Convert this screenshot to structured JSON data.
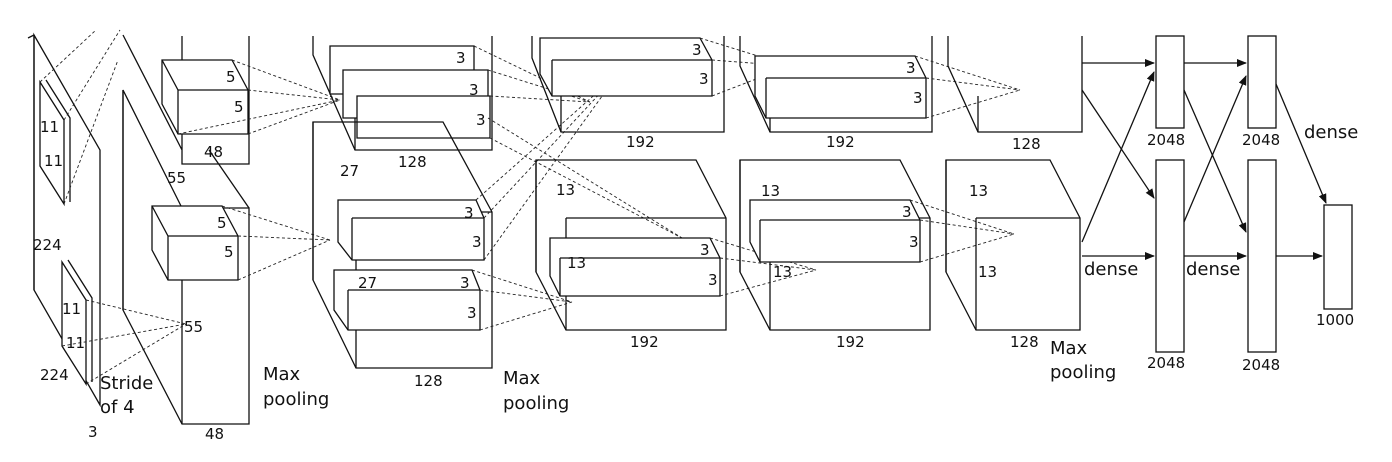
{
  "labels": {
    "input_h": "224",
    "input_w": "224",
    "input_d": "3",
    "k11_a": "11",
    "k11_b": "11",
    "k11_c": "11",
    "k11_d": "11",
    "stride": "Stride",
    "stride2": "of 4",
    "c1_55a": "55",
    "c1_55b": "55",
    "c1_48top": "48",
    "c1_48bot": "48",
    "c1_k5a": "5",
    "c1_k5b": "5",
    "c1_k5c": "5",
    "c1_k5d": "5",
    "mp1a": "Max",
    "mp1b": "pooling",
    "c2_27a": "27",
    "c2_27b": "27",
    "c2_128top": "128",
    "c2_128bot": "128",
    "c2_k3": "3",
    "mp2a": "Max",
    "mp2b": "pooling",
    "c3_192top": "192",
    "c3_192bot": "192",
    "c3_13a": "13",
    "c3_13b": "13",
    "c4_192top": "192",
    "c4_192bot": "192",
    "c4_13a": "13",
    "c4_13b": "13",
    "c5_128top": "128",
    "c5_128bot": "128",
    "c5_13a": "13",
    "c5_13b": "13",
    "mp3a": "Max",
    "mp3b": "pooling",
    "fc1_top": "2048",
    "fc1_bot": "2048",
    "fc2_top": "2048",
    "fc2_bot": "2048",
    "dense_a": "dense",
    "dense_b": "dense",
    "dense_c": "dense",
    "out": "1000"
  }
}
